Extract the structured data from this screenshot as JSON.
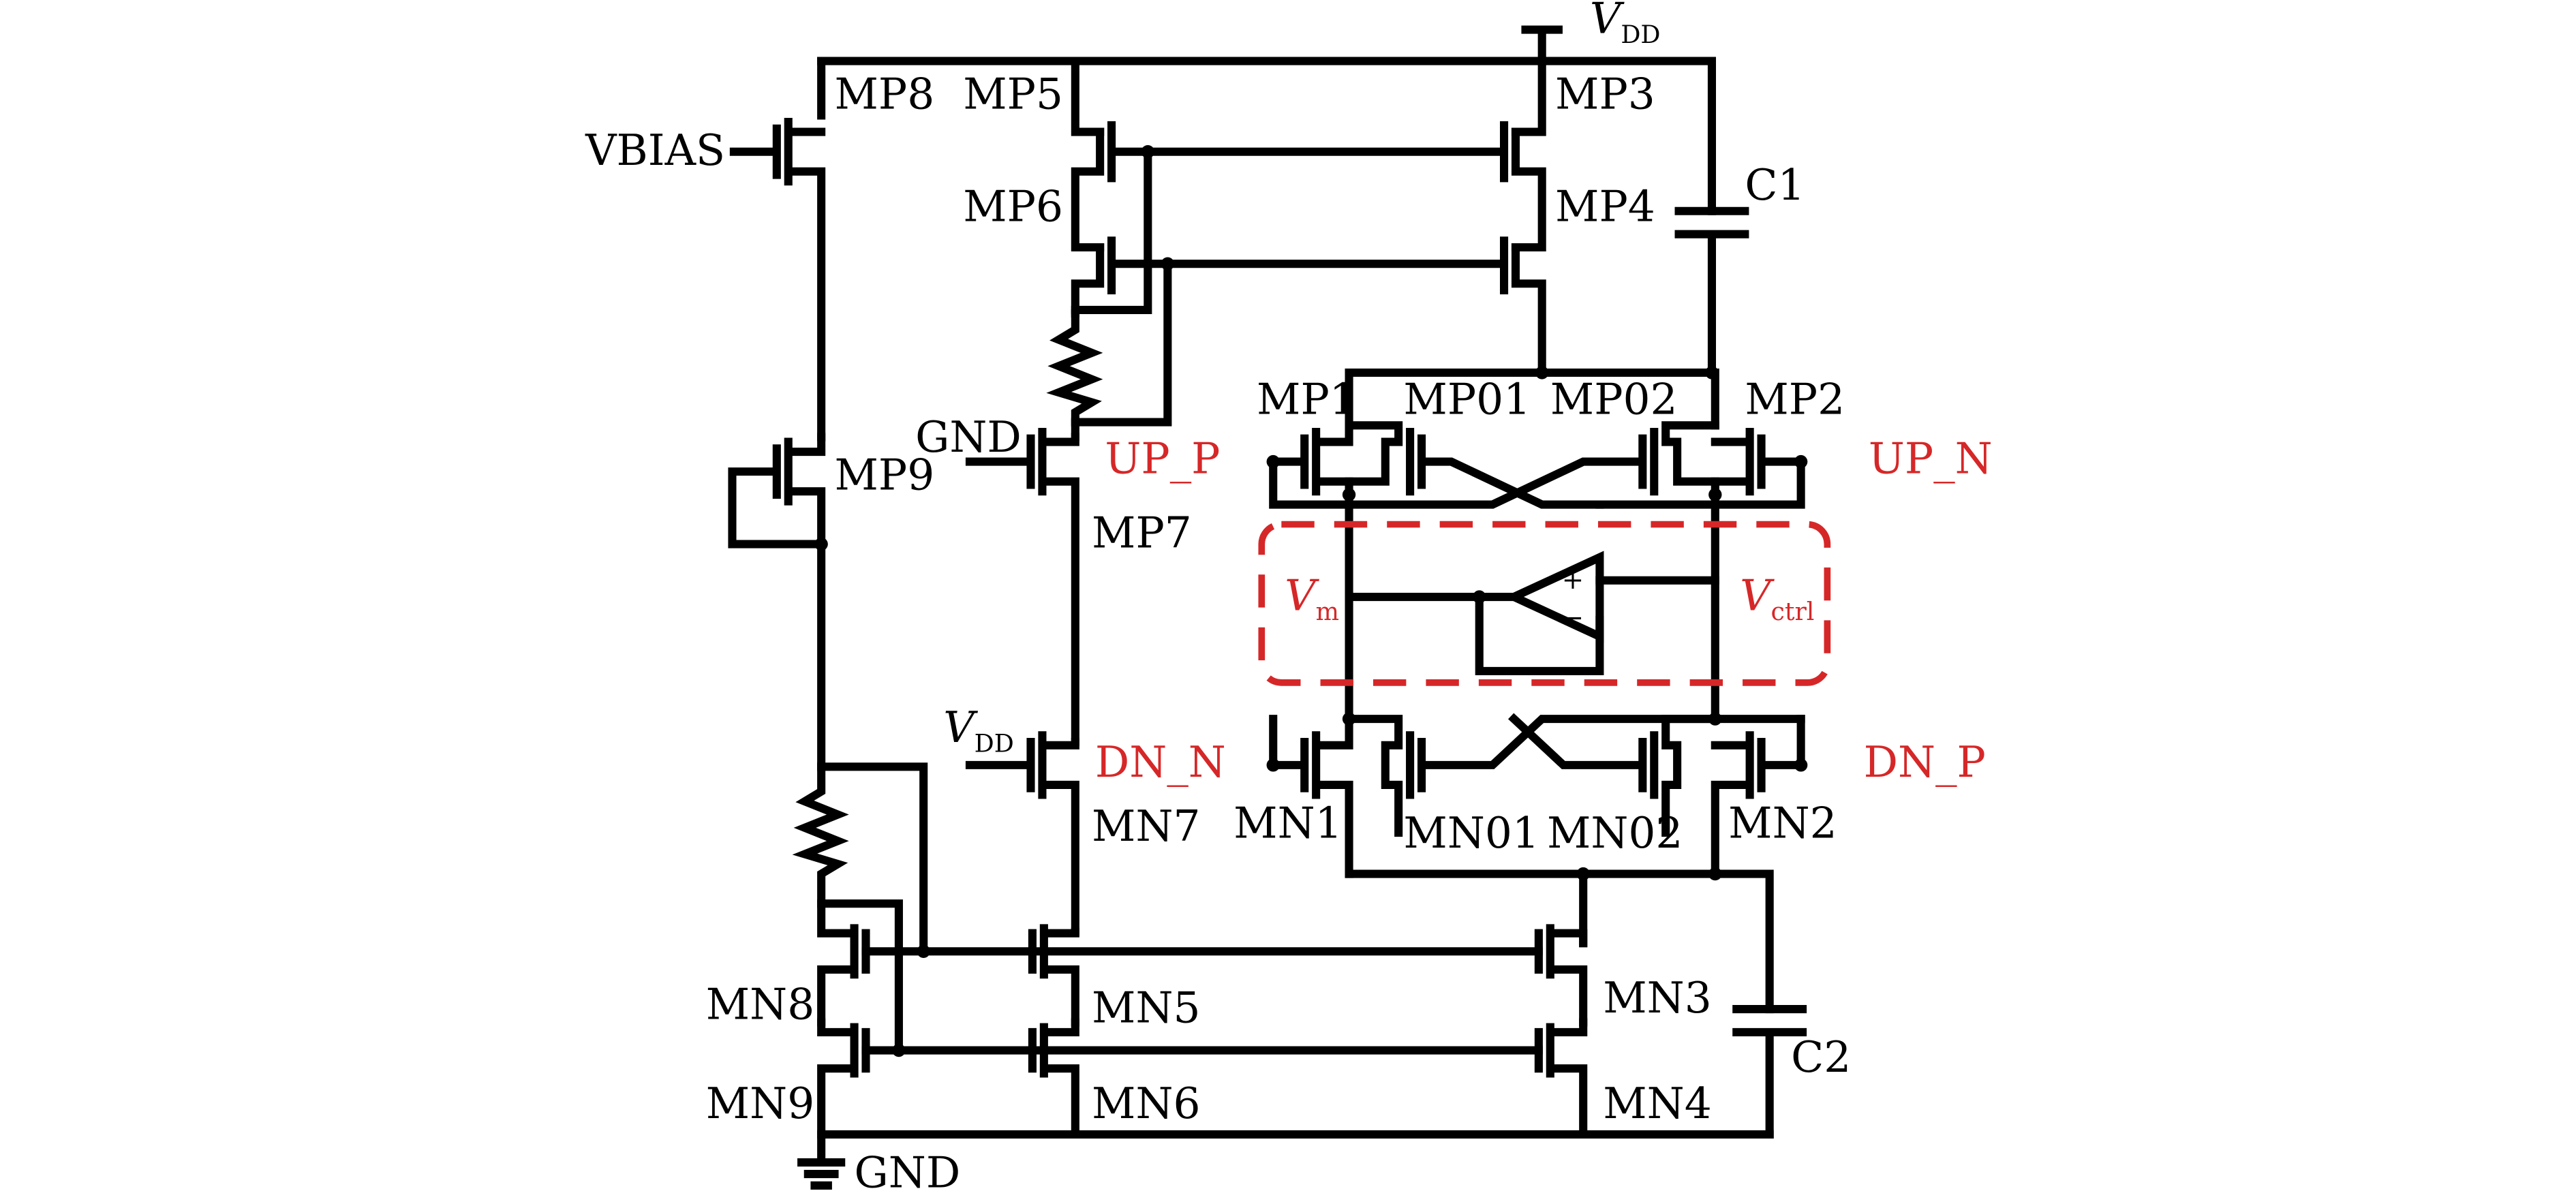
{
  "colors": {
    "wire": "#000000",
    "signal": "#d62728",
    "background": "#ffffff"
  },
  "labels": {
    "vdd_top_v": "V",
    "vdd_top_sub": "DD",
    "vbias": "VBIAS",
    "mp8": "MP8",
    "mp5": "MP5",
    "mp3": "MP3",
    "mp6": "MP6",
    "mp4": "MP4",
    "c1": "C1",
    "c2": "C2",
    "mp1": "MP1",
    "mp01": "MP01",
    "mp02": "MP02",
    "mp2": "MP2",
    "gnd_mp7": "GND",
    "mp9": "MP9",
    "mp7": "MP7",
    "vdd_mn7_v": "V",
    "vdd_mn7_sub": "DD",
    "mn7": "MN7",
    "mn1": "MN1",
    "mn01": "MN01",
    "mn02": "MN02",
    "mn2": "MN2",
    "mn8": "MN8",
    "mn5": "MN5",
    "mn3": "MN3",
    "mn9": "MN9",
    "mn6": "MN6",
    "mn4": "MN4",
    "gnd_bottom": "GND"
  },
  "signals": {
    "up_p": "UP_P",
    "up_n": "UP_N",
    "dn_n": "DN_N",
    "dn_p": "DN_P",
    "vm_v": "V",
    "vm_sub": "m",
    "vctrl_v": "V",
    "vctrl_sub": "ctrl"
  },
  "opamp": {
    "plus": "+",
    "minus": "−"
  }
}
